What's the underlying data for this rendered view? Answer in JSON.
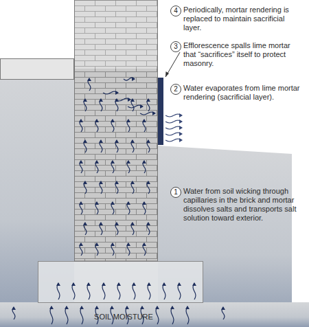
{
  "diagram": {
    "labels": [
      "4",
      "Periodically, mortar rendering is replaced to maintain sacrificial layer.",
      "3",
      "Efflorescence spalls lime mortar that “sacrifices” itself to protect masonry.",
      "2",
      "Water evaporates from lime mortar rendering (sacrificial layer).",
      "1",
      "Water from soil wicking through capillaries in the brick and mortar dissolves salts and transports salt solution toward exterior.",
      "SOIL MOISTURE"
    ]
  }
}
